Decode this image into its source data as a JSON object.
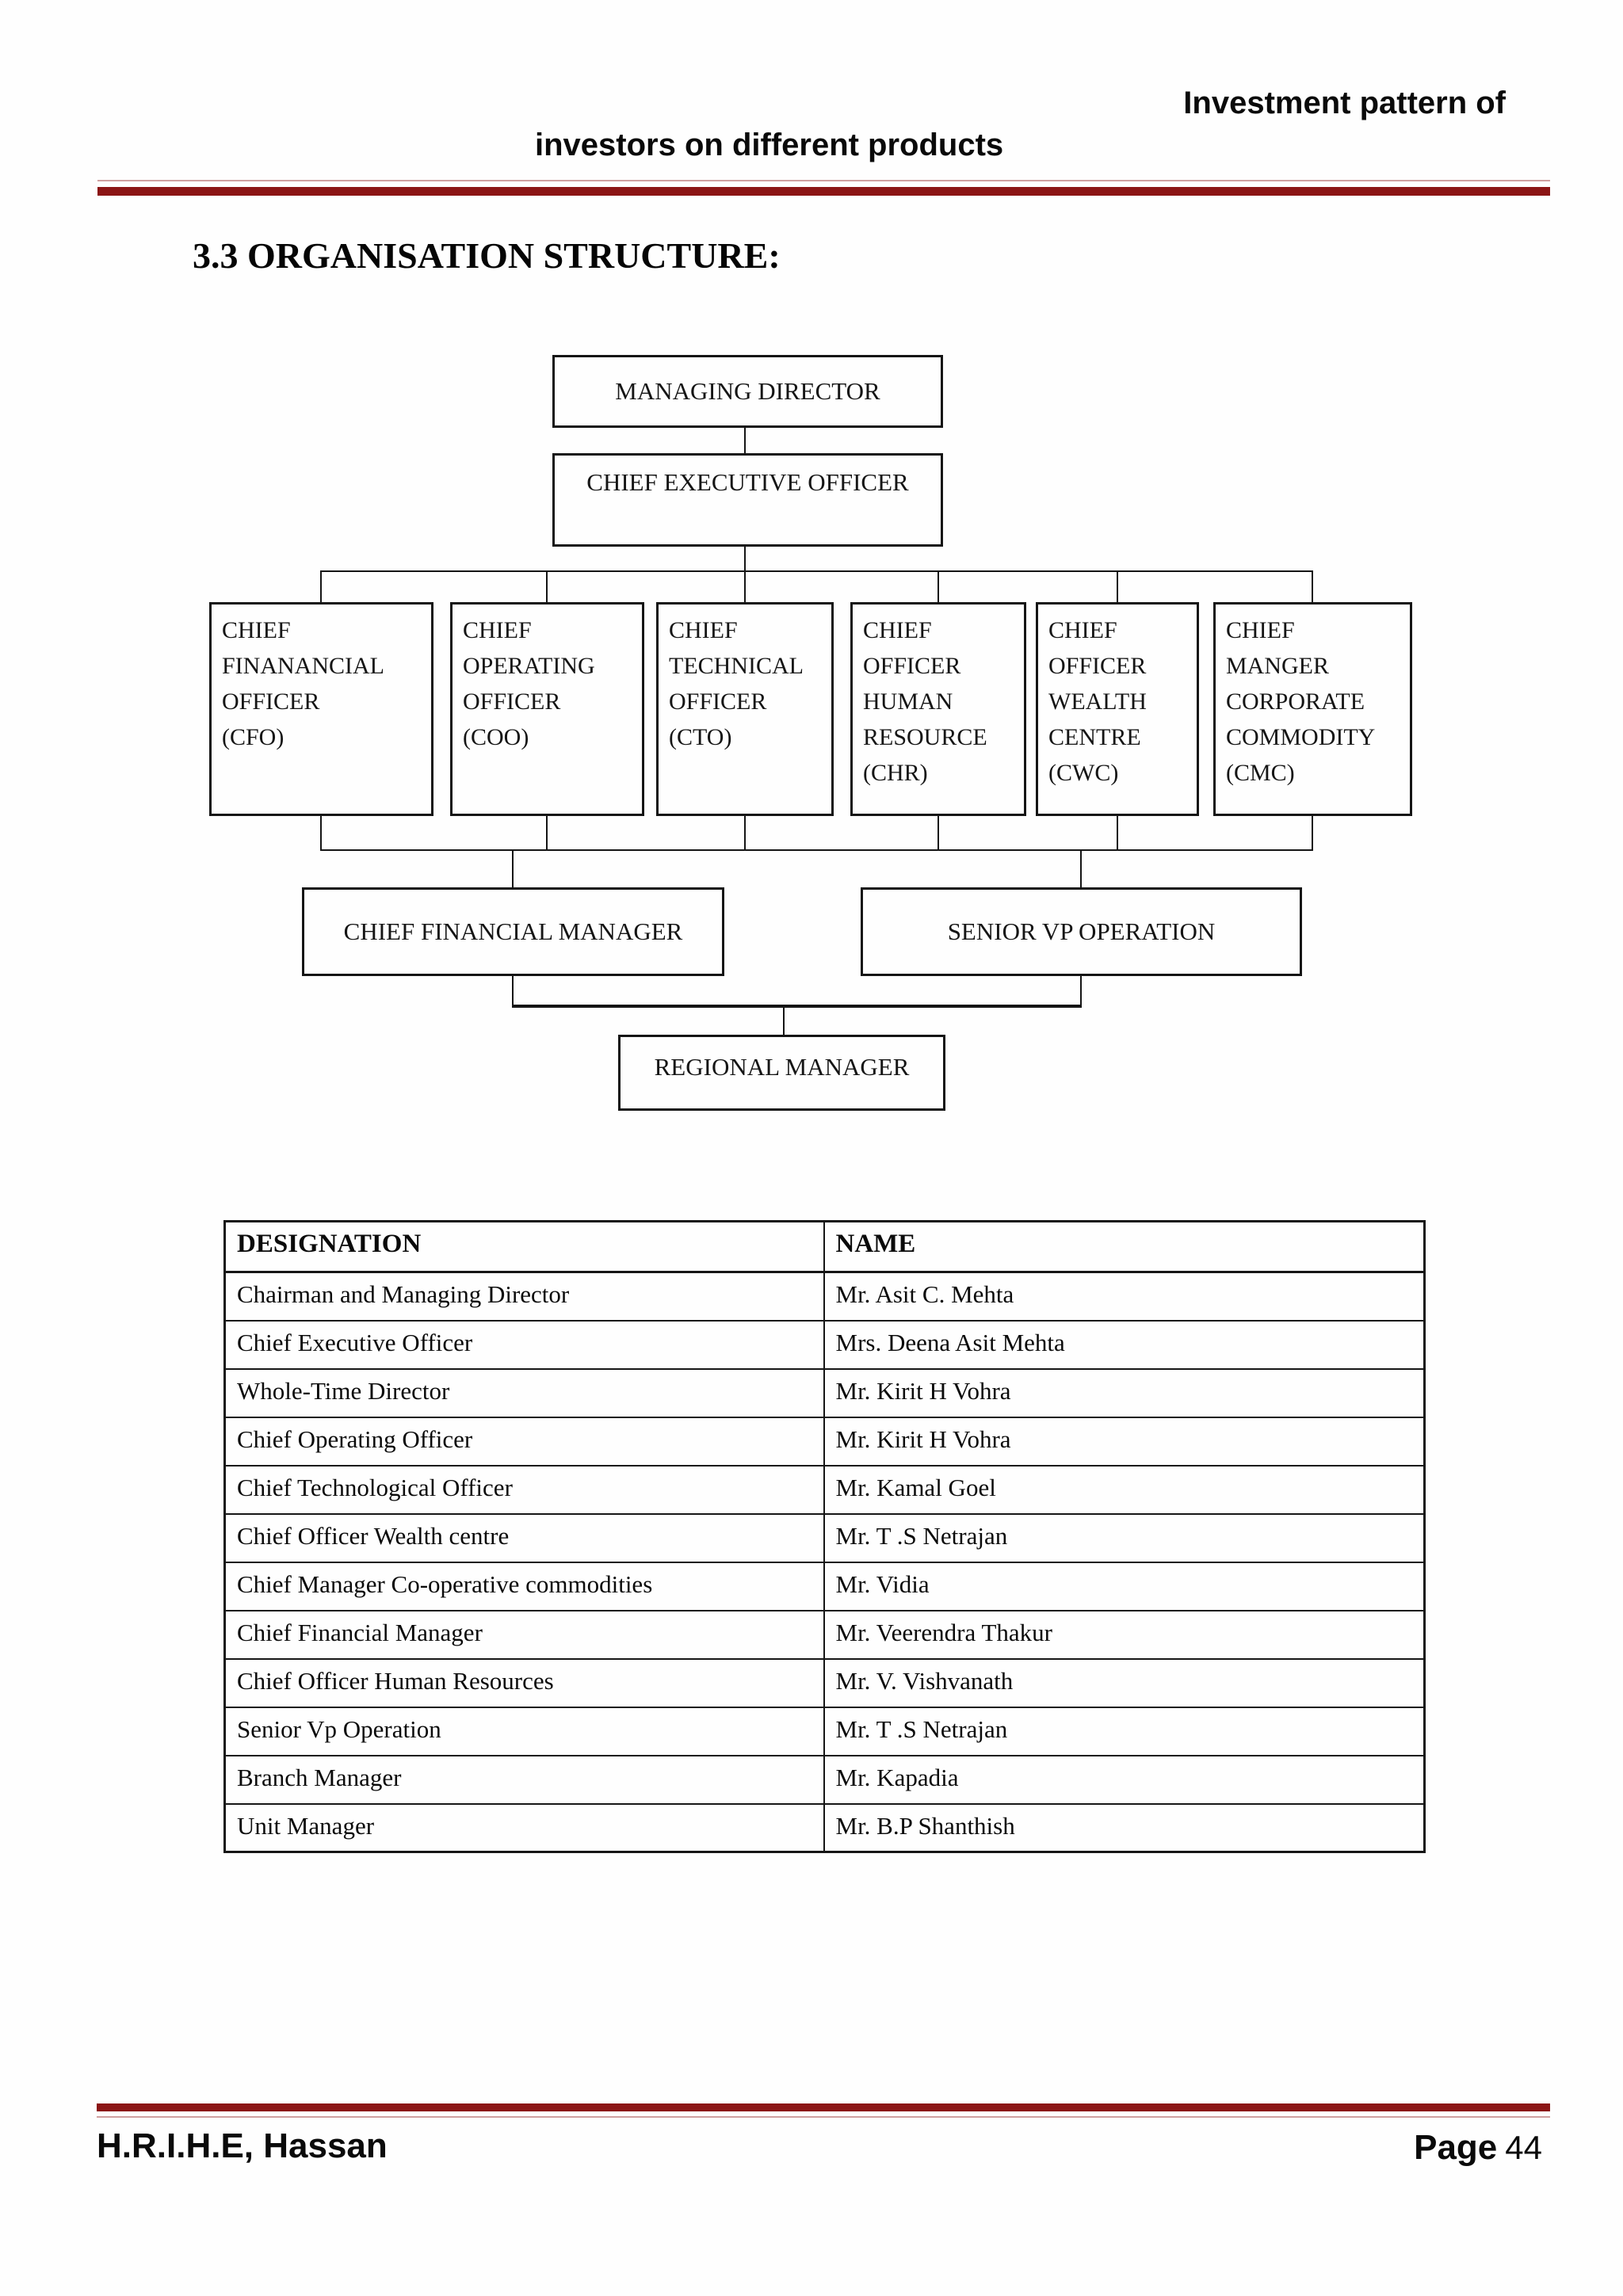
{
  "header": {
    "title_line1": "Investment pattern of",
    "title_line2": "investors on different products"
  },
  "section": {
    "heading": "3.3 ORGANISATION STRUCTURE:"
  },
  "org_chart": {
    "managing_director": "MANAGING DIRECTOR",
    "chief_executive_officer": "CHIEF EXECUTIVE OFFICER",
    "children": [
      {
        "text": "CHIEF\nFINANANCIAL\nOFFICER\n(CFO)"
      },
      {
        "text": "CHIEF\nOPERATING\nOFFICER\n(COO)"
      },
      {
        "text": "CHIEF\nTECHNICAL\nOFFICER\n(CTO)"
      },
      {
        "text": "CHIEF\nOFFICER\nHUMAN\nRESOURCE\n(CHR)"
      },
      {
        "text": "CHIEF\nOFFICER\nWEALTH\nCENTRE\n(CWC)"
      },
      {
        "text": "CHIEF\nMANGER\nCORPORATE\nCOMMODITY\n(CMC)"
      }
    ],
    "chief_financial_manager": "CHIEF FINANCIAL MANAGER",
    "senior_vp_operation": "SENIOR VP OPERATION",
    "regional_manager": "REGIONAL MANAGER"
  },
  "table": {
    "headers": [
      "DESIGNATION",
      "NAME"
    ],
    "rows": [
      [
        "Chairman and Managing Director",
        "Mr. Asit C. Mehta"
      ],
      [
        "Chief Executive Officer",
        "Mrs. Deena Asit Mehta"
      ],
      [
        "Whole-Time Director",
        "Mr. Kirit H Vohra"
      ],
      [
        "Chief Operating Officer",
        "Mr. Kirit H Vohra"
      ],
      [
        "Chief Technological Officer",
        "Mr. Kamal Goel"
      ],
      [
        "Chief Officer Wealth centre",
        "Mr. T .S Netrajan"
      ],
      [
        "Chief Manager Co-operative commodities",
        "Mr. Vidia"
      ],
      [
        "Chief Financial Manager",
        "Mr. Veerendra Thakur"
      ],
      [
        "Chief Officer Human Resources",
        "Mr. V. Vishvanath"
      ],
      [
        "Senior Vp Operation",
        "Mr. T .S Netrajan"
      ],
      [
        "Branch Manager",
        "Mr. Kapadia"
      ],
      [
        "Unit Manager",
        "Mr. B.P Shanthish"
      ]
    ]
  },
  "footer": {
    "left": "H.R.I.H.E, Hassan",
    "page_label": "Page",
    "page_number": "44"
  },
  "colors": {
    "rule_dark": "#8b1515",
    "rule_light": "#cf9f9f"
  }
}
